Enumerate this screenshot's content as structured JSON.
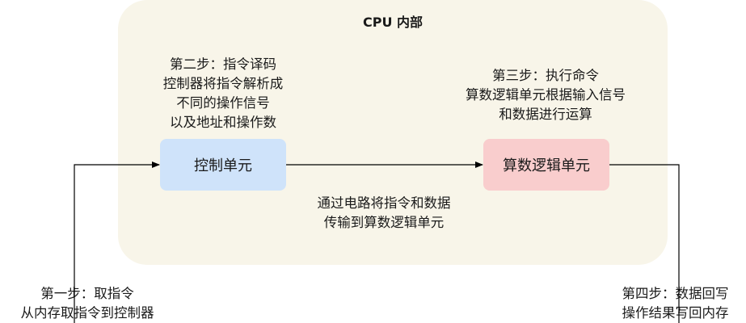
{
  "diagram": {
    "title": "CPU 内部",
    "nodes": {
      "control_unit": "控制单元",
      "alu": "算数逻辑单元"
    },
    "notes": {
      "step2": [
        "第二步：指令译码",
        "控制器将指令解析成",
        "不同的操作信号",
        "以及地址和操作数"
      ],
      "step3": [
        "第三步：执行命令",
        "算数逻辑单元根据输入信号",
        "和数据进行运算"
      ],
      "bus": [
        "通过电路将指令和数据",
        "传输到算数逻辑单元"
      ],
      "step1": [
        "第一步：取指令",
        "从内存取指令到控制器"
      ],
      "step4": [
        "第四步：数据回写",
        "操作结果写回内存"
      ]
    },
    "colors": {
      "region": "#f8f5e9",
      "control_unit": "#cfe3fa",
      "alu": "#f9cdcd",
      "line": "#000000"
    }
  }
}
